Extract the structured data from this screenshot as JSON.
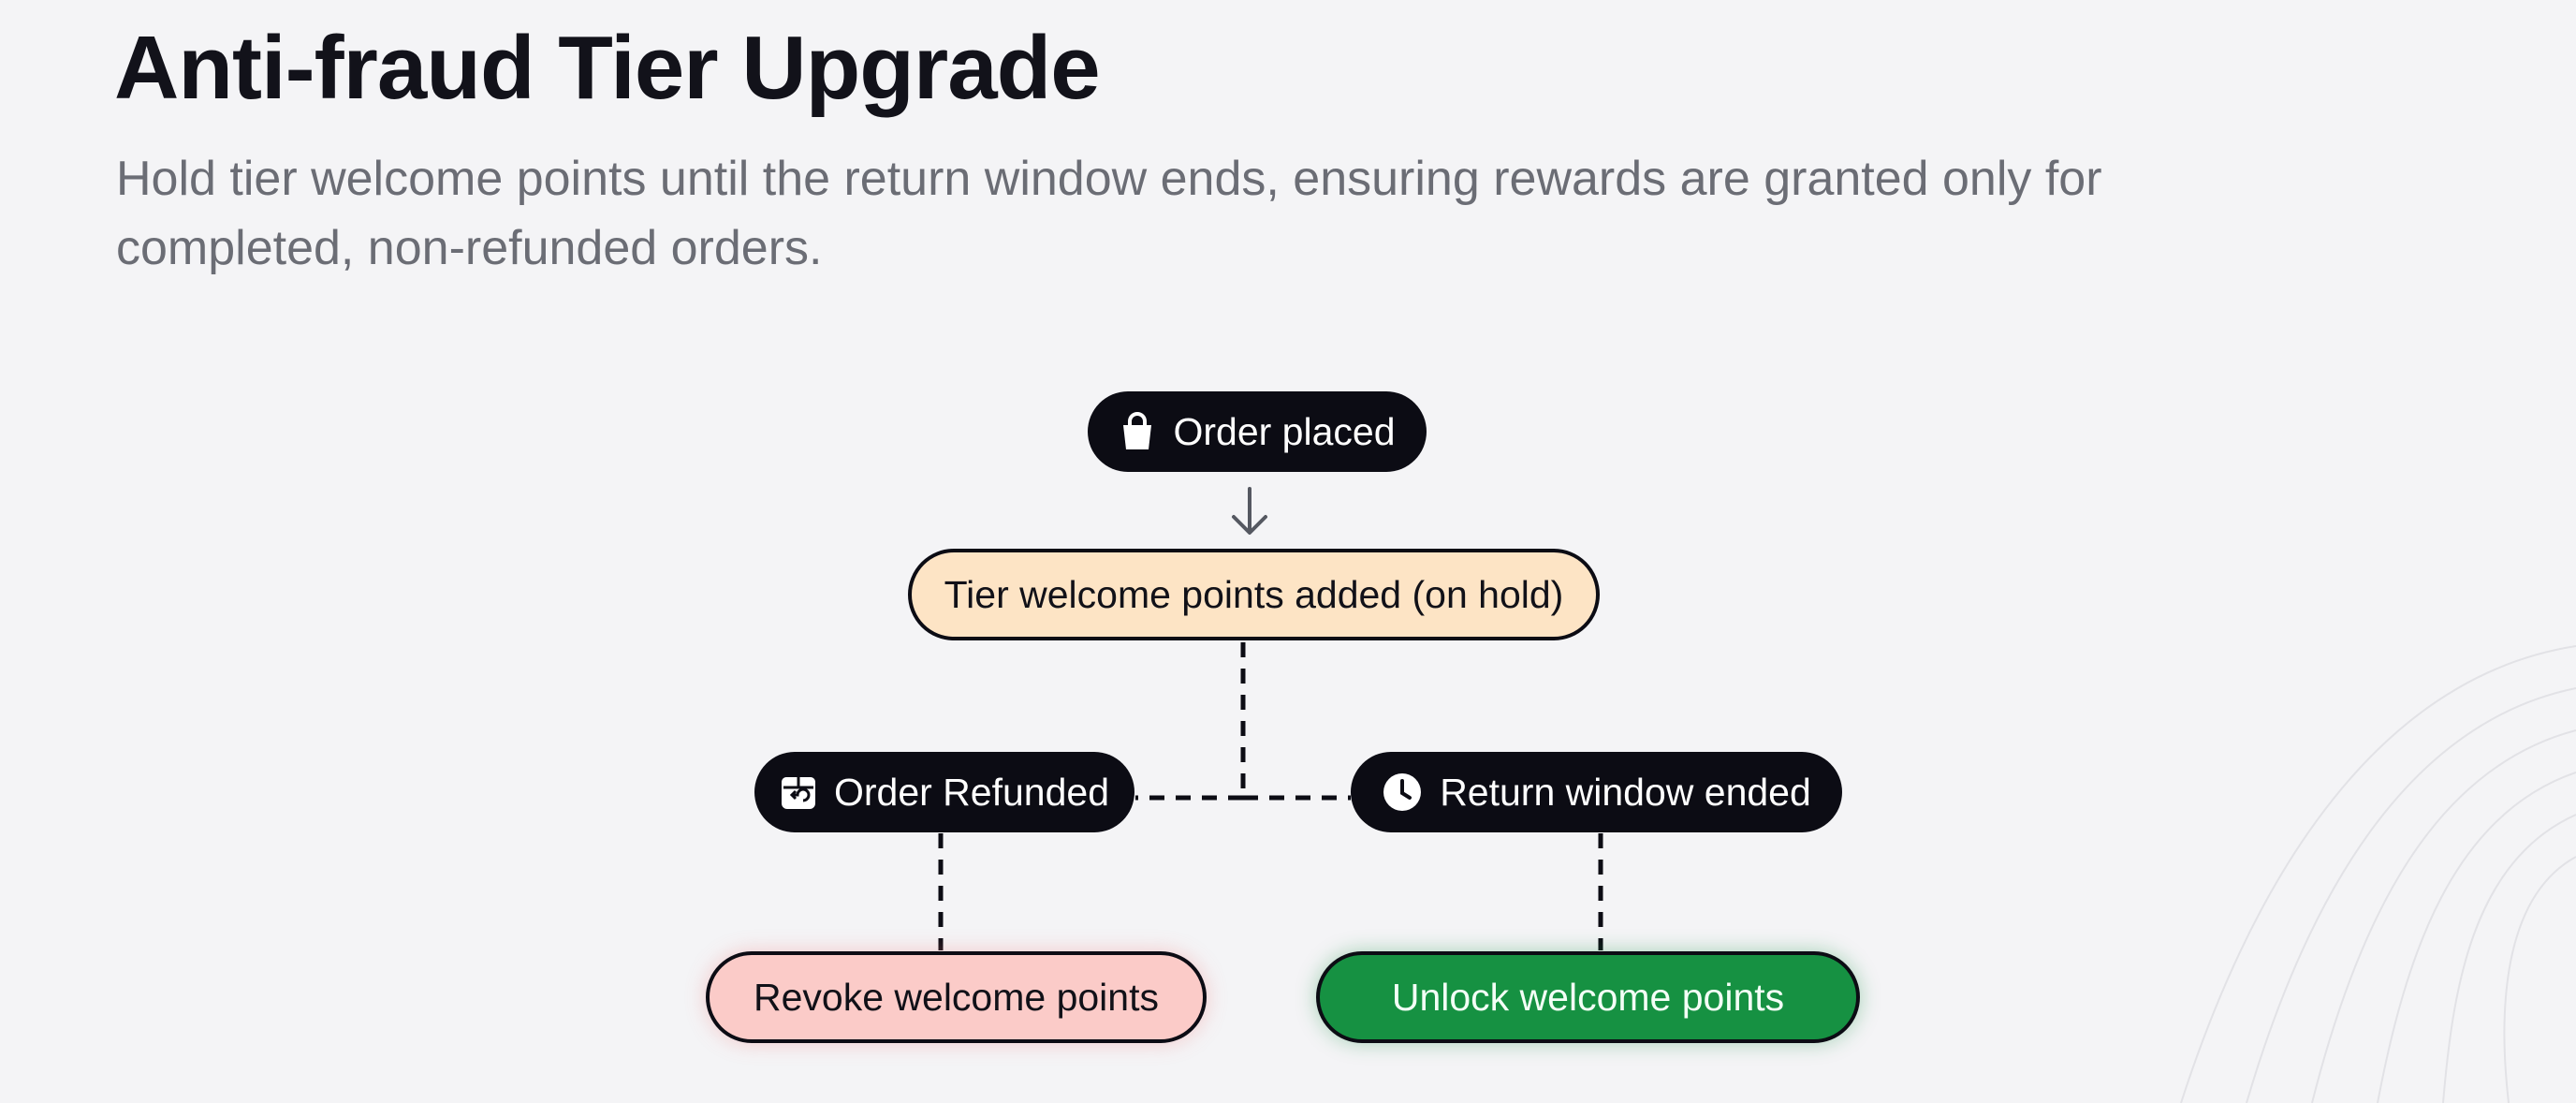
{
  "title": "Anti-fraud Tier Upgrade",
  "subtitle": "Hold tier welcome points until the return window ends, ensuring rewards are granted only for completed, non-refunded orders.",
  "flow": {
    "order_placed": {
      "label": "Order placed",
      "icon": "shopping-bag-icon"
    },
    "points_on_hold": {
      "label": "Tier welcome points added (on hold)"
    },
    "order_refunded": {
      "label": "Order Refunded",
      "icon": "refund-box-icon"
    },
    "return_window_ended": {
      "label": "Return window ended",
      "icon": "clock-icon"
    },
    "revoke_points": {
      "label": "Revoke welcome points"
    },
    "unlock_points": {
      "label": "Unlock welcome points"
    }
  },
  "colors": {
    "dark_node": "#0c0c14",
    "on_hold": "#fde4c5",
    "revoke": "#fbcbc8",
    "unlock": "#169142",
    "background": "#f4f4f6"
  }
}
